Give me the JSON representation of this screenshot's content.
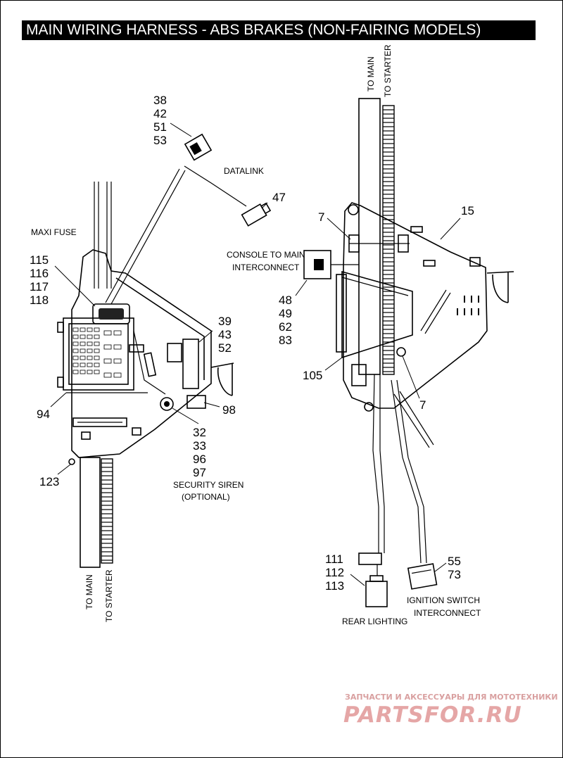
{
  "title": "MAIN WIRING HARNESS - ABS BRAKES (NON-FAIRING MODELS)",
  "labels": {
    "left": {
      "refs_38": [
        "38",
        "42",
        "51",
        "53"
      ],
      "datalink": "DATALINK",
      "ref_47": "47",
      "maxi_fuse": "MAXI FUSE",
      "refs_115": [
        "115",
        "116",
        "117",
        "118"
      ],
      "refs_39": [
        "39",
        "43",
        "52"
      ],
      "ref_94": "94",
      "ref_98": "98",
      "refs_32": [
        "32",
        "33",
        "96",
        "97"
      ],
      "ref_123": "123",
      "security_siren": [
        "SECURITY SIREN",
        "(OPTIONAL)"
      ],
      "to_main": "TO MAIN",
      "to_starter": "TO STARTER"
    },
    "right": {
      "to_main": "TO MAIN",
      "to_starter": "TO STARTER",
      "ref_7_top": "7",
      "ref_15": "15",
      "console": [
        "CONSOLE TO MAIN",
        "INTERCONNECT"
      ],
      "refs_48": [
        "48",
        "49",
        "62",
        "83"
      ],
      "ref_105": "105",
      "ref_7_bottom": "7",
      "refs_111": [
        "111",
        "112",
        "113"
      ],
      "rear_lighting": "REAR LIGHTING",
      "refs_55": [
        "55",
        "73"
      ],
      "ignition": [
        "IGNITION SWITCH",
        "INTERCONNECT"
      ]
    }
  },
  "watermark": {
    "tagline": "ЗАПЧАСТИ И АКСЕССУАРЫ ДЛЯ МОТОТЕХНИКИ",
    "brand": "PARTSFOR.RU"
  }
}
